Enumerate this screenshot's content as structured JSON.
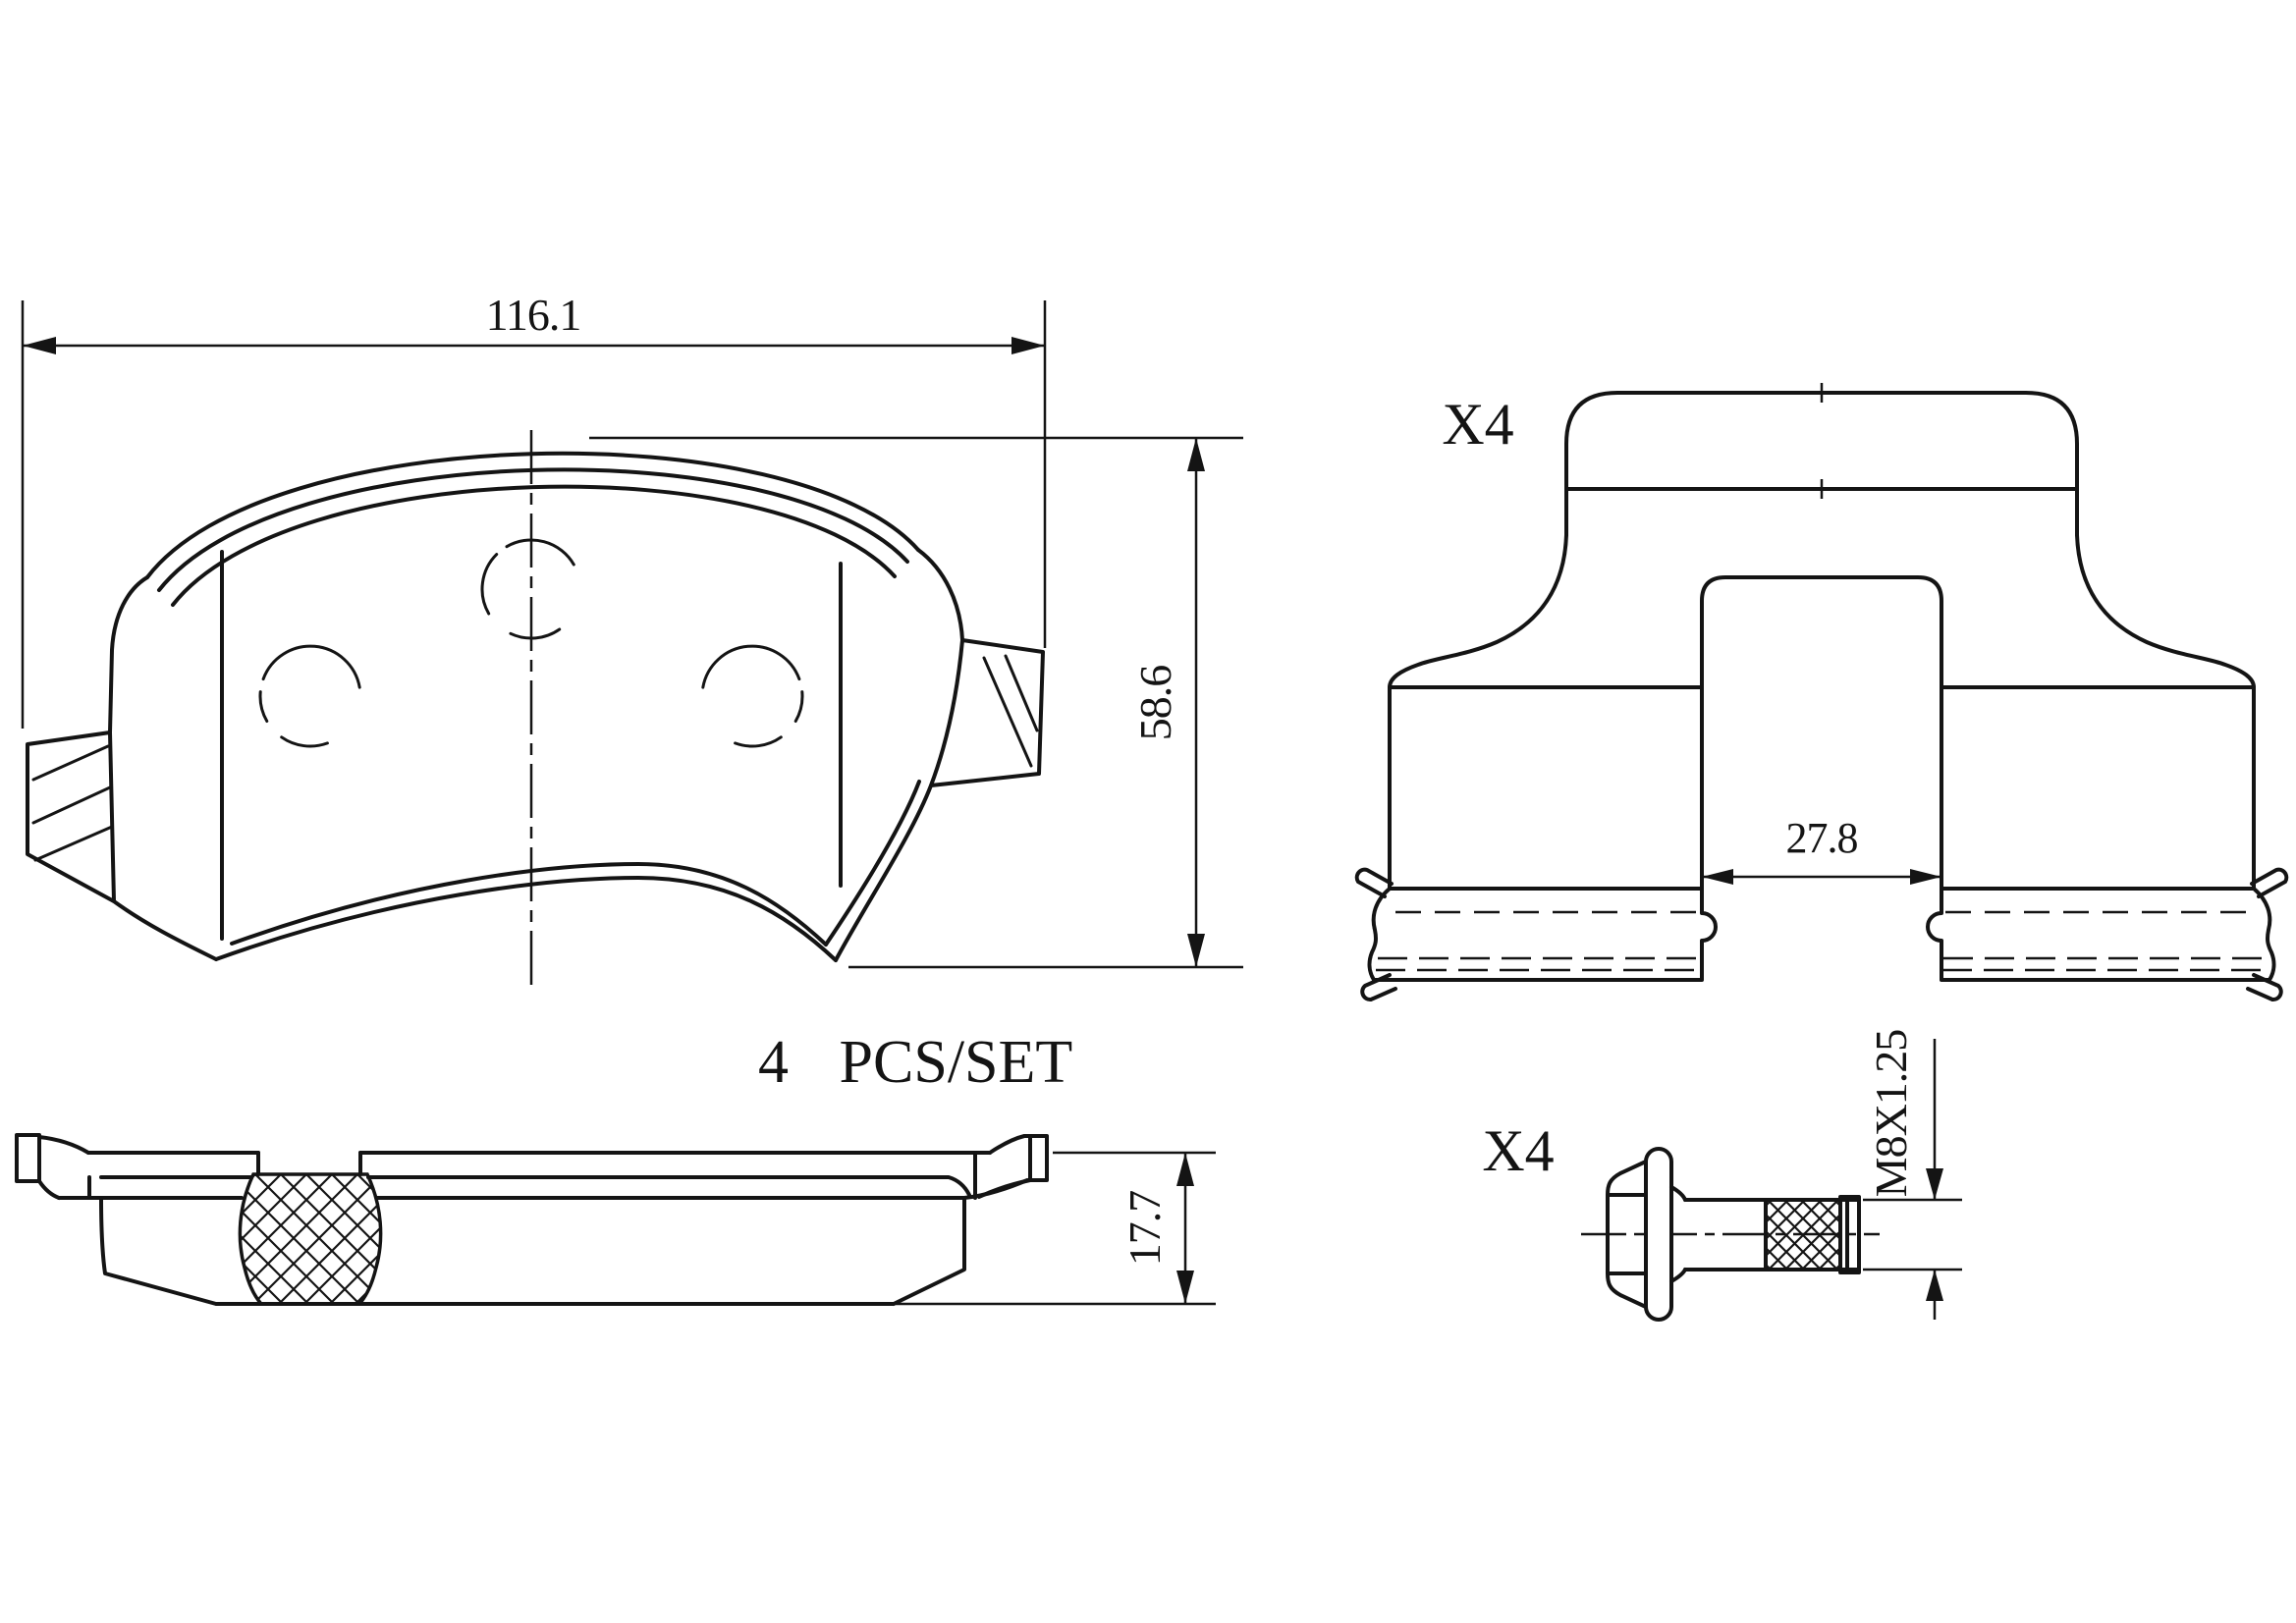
{
  "page": {
    "background": "#ffffff",
    "line_color": "#141414"
  },
  "drawing": {
    "set_label": "4 PCS/SET",
    "front_view": {
      "width": "116.1",
      "height": "58.6"
    },
    "side_view": {
      "thickness": "17.7"
    },
    "clip_view": {
      "quantity": "X4",
      "gap": "27.8"
    },
    "bolt_view": {
      "quantity": "X4",
      "thread": "M8X1.25"
    }
  }
}
